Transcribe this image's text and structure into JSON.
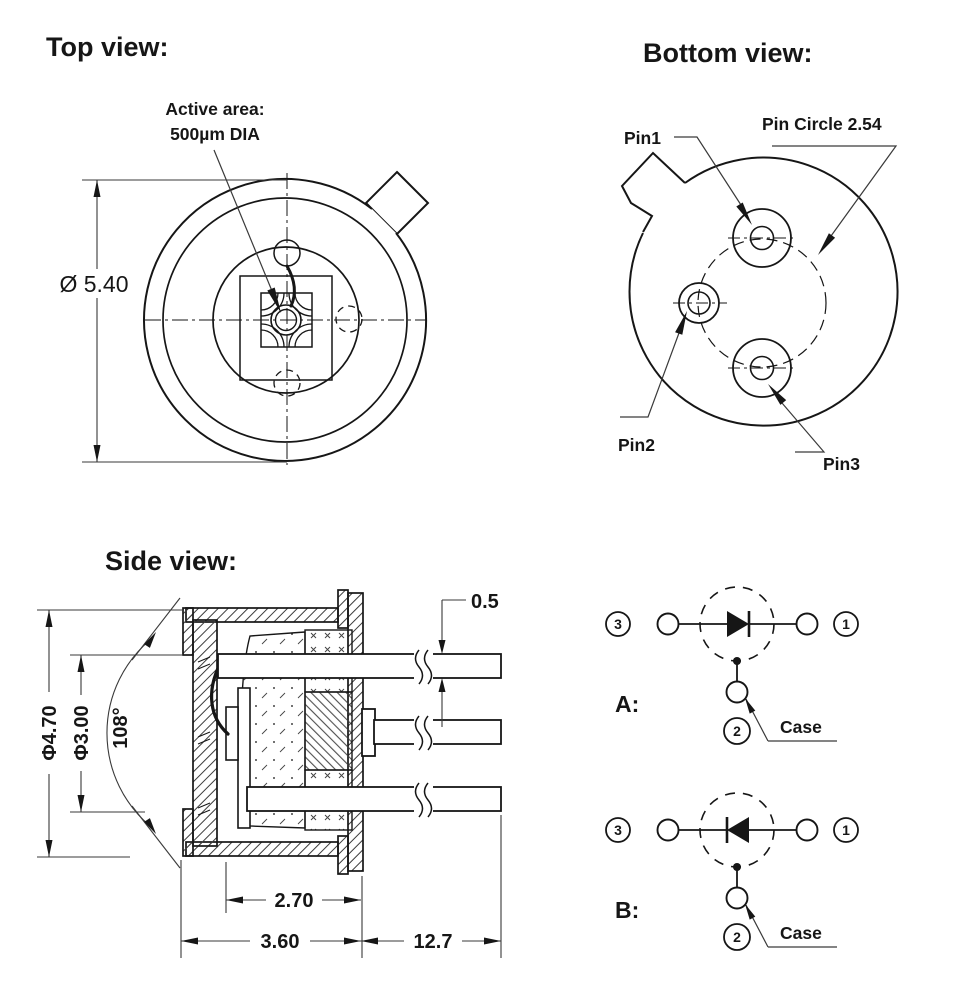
{
  "titles": {
    "top": "Top view:",
    "bottom": "Bottom view:",
    "side": "Side view:"
  },
  "top_view": {
    "active_area_1": "Active area:",
    "active_area_2": "500µm DIA",
    "diameter": "Ø 5.40"
  },
  "bottom_view": {
    "pin1": "Pin1",
    "pin2": "Pin2",
    "pin3": "Pin3",
    "pin_circle": "Pin Circle 2.54"
  },
  "side_view": {
    "dia_outer": "Φ4.70",
    "dia_inner": "Φ3.00",
    "angle": "108°",
    "pin_dia": "0.5",
    "dim_depth": "2.70",
    "dim_cap": "3.60",
    "dim_lead": "12.7"
  },
  "circuit_a": {
    "label": "A:",
    "case": "Case",
    "n1": "1",
    "n2": "2",
    "n3": "3"
  },
  "circuit_b": {
    "label": "B:",
    "case": "Case",
    "n1": "1",
    "n2": "2",
    "n3": "3"
  },
  "colors": {
    "line": "#161616",
    "dim": "#3a3a3a",
    "bg": "#ffffff"
  }
}
